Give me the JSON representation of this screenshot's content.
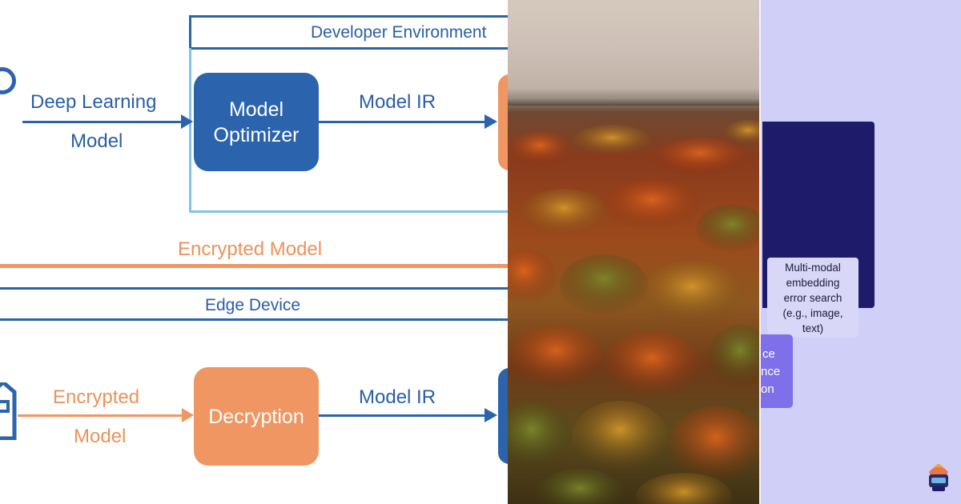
{
  "colors": {
    "blue": "#2b63ad",
    "orange": "#ef9662",
    "light_blue": "#7fc3ea",
    "navy": "#1e1b6b",
    "lavender": "#d0cff8",
    "purple": "#7f70ea"
  },
  "diagram": {
    "developer_env_label": "Developer Environment",
    "input_label_line1": "Deep Learning",
    "input_label_line2": "Model",
    "optimizer_line1": "Model",
    "optimizer_line2": "Optimizer",
    "ir_label_top": "Model IR",
    "encrypted_model_label": "Encrypted Model",
    "edge_device_label": "Edge Device",
    "encrypted_input_line1": "Encrypted",
    "encrypted_input_line2": "Model",
    "decryption_label": "Decryption",
    "ir_label_bottom": "Model IR"
  },
  "slide": {
    "note_line1": "Multi-modal",
    "note_line2": "embedding",
    "note_line3": "error search",
    "note_line4": "(e.g., image,",
    "note_line5": "text)",
    "purple_line1": "ce",
    "purple_line2": "nce",
    "purple_line3": "on",
    "logo_icon": "robot-badge-icon"
  }
}
